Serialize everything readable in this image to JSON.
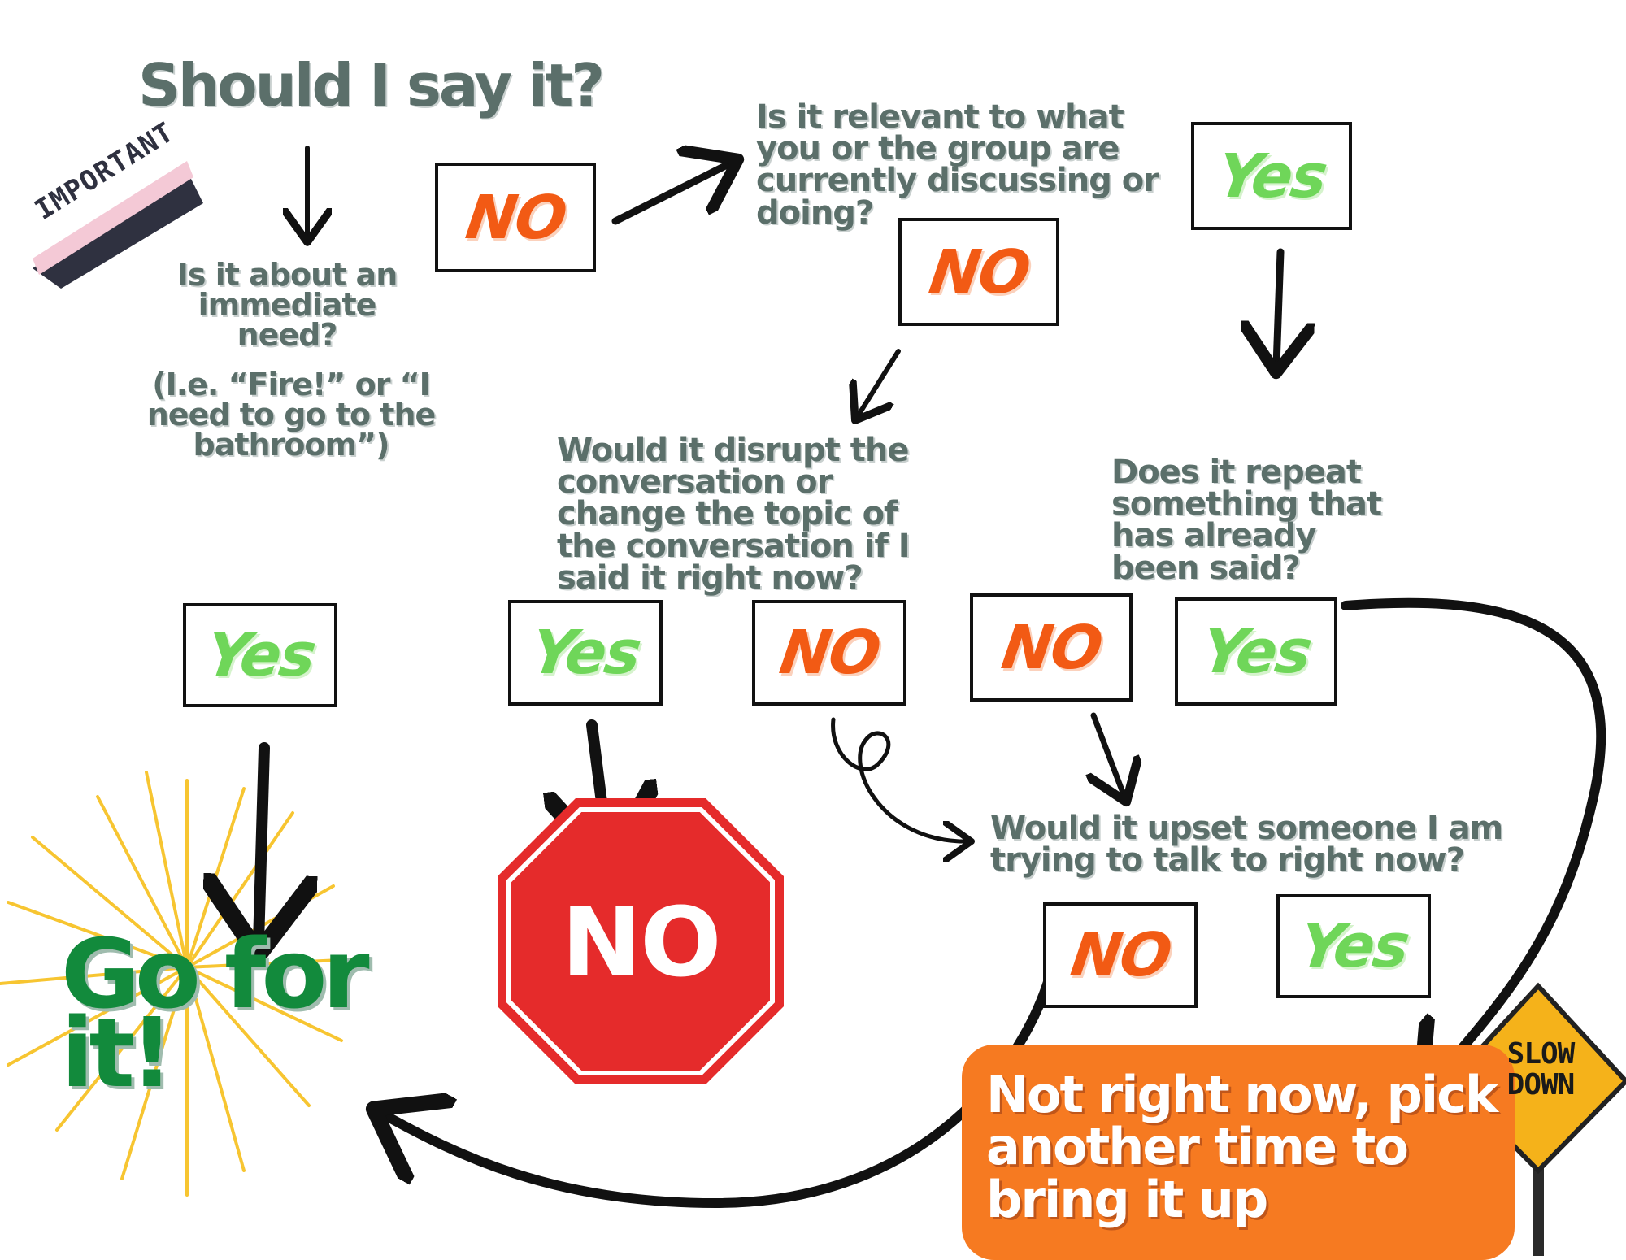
{
  "title": "Should I say it?",
  "badge": "IMPORTANT",
  "questions": {
    "q_immediate": "Is it about an immediate need?",
    "q_immediate_example": "(I.e. “Fire!” or “I need to go to the bathroom”)",
    "q_relevant": "Is it relevant to what you or the group are currently discussing or doing?",
    "q_disrupt": "Would it disrupt the conversation or change the topic of the conversation if I said it right now?",
    "q_repeat": "Does it repeat something that has already been said?",
    "q_upset": "Would it upset someone I am trying to talk to right now?"
  },
  "answers": {
    "no": "NO",
    "yes": "Yes"
  },
  "outcomes": {
    "go": "Go for it!",
    "stop": "NO",
    "later": "Not right now, pick another time to bring it up",
    "sign": "SLOW DOWN"
  },
  "colors": {
    "question_text": "#5b6f6a",
    "no_answer": "#f25a14",
    "yes_answer": "#6fd659",
    "go_text": "#128a3c",
    "stop_sign": "#e52b2b",
    "later_box": "#f67a21",
    "sign": "#f5b21a",
    "burst": "#f7c531"
  }
}
